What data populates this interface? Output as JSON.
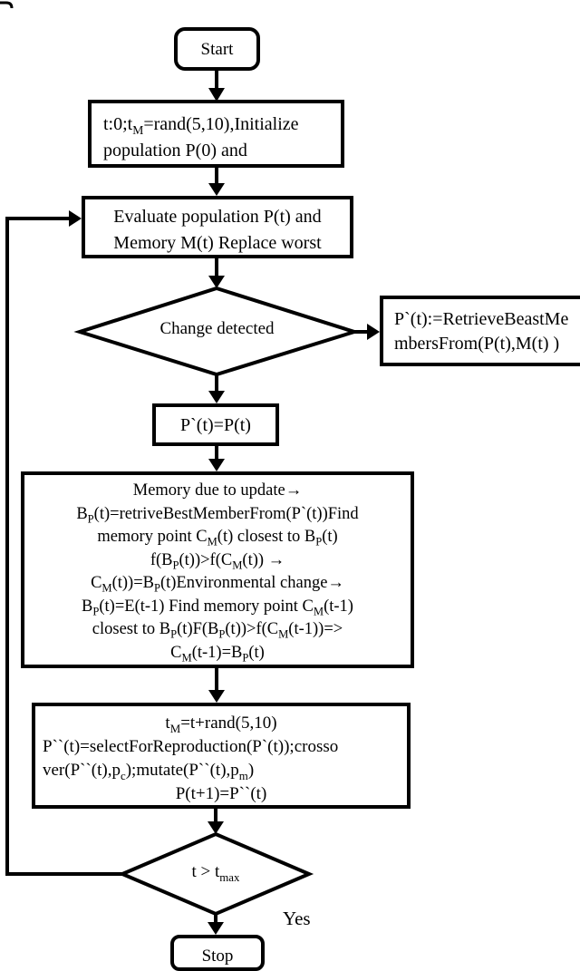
{
  "nodes": {
    "start": {
      "label": "Start"
    },
    "init": {
      "line1": [
        [
          "t",
          "t:0;t"
        ],
        [
          "s",
          "M"
        ],
        [
          "t",
          "=rand(5,10),Initialize"
        ]
      ],
      "line2": [
        [
          "t",
          "population P(0) and"
        ]
      ]
    },
    "evaluate": {
      "line1": [
        [
          "t",
          "Evaluate population P(t) and"
        ]
      ],
      "line2": [
        [
          "t",
          "Memory M(t) Replace worst"
        ]
      ]
    },
    "change_decision": {
      "label": [
        [
          "t",
          "Change detected"
        ]
      ]
    },
    "retrieve": {
      "line1": [
        [
          "t",
          "P`(t):=RetrieveBeastMe"
        ]
      ],
      "line2": [
        [
          "t",
          "mbersFrom(P(t),M(t) )"
        ]
      ]
    },
    "assign": {
      "label": [
        [
          "t",
          "P`(t)=P(t)"
        ]
      ]
    },
    "memory_update": {
      "line1": [
        [
          "t",
          "Memory due to update→"
        ]
      ],
      "line2": [
        [
          "t",
          "B"
        ],
        [
          "s",
          "P"
        ],
        [
          "t",
          "(t)=retriveBestMemberFrom(P`(t))Find"
        ]
      ],
      "line3": [
        [
          "t",
          "memory point C"
        ],
        [
          "s",
          "M"
        ],
        [
          "t",
          "(t) closest to B"
        ],
        [
          "s",
          "P"
        ],
        [
          "t",
          "(t)"
        ]
      ],
      "line4": [
        [
          "t",
          "f(B"
        ],
        [
          "s",
          "P"
        ],
        [
          "t",
          "(t))>f(C"
        ],
        [
          "s",
          "M"
        ],
        [
          "t",
          "(t)) →"
        ]
      ],
      "line5": [
        [
          "t",
          "C"
        ],
        [
          "s",
          "M"
        ],
        [
          "t",
          "(t))=B"
        ],
        [
          "s",
          "P"
        ],
        [
          "t",
          "(t)Environmental change→"
        ]
      ],
      "line6": [
        [
          "t",
          "B"
        ],
        [
          "s",
          "P"
        ],
        [
          "t",
          "(t)=E(t-1) Find memory point C"
        ],
        [
          "s",
          "M"
        ],
        [
          "t",
          "(t-1)"
        ]
      ],
      "line7": [
        [
          "t",
          "closest to B"
        ],
        [
          "s",
          "P"
        ],
        [
          "t",
          "(t)F(B"
        ],
        [
          "s",
          "P"
        ],
        [
          "t",
          "(t))>f(C"
        ],
        [
          "s",
          "M"
        ],
        [
          "t",
          "(t-1))=>"
        ]
      ],
      "line8": [
        [
          "t",
          "C"
        ],
        [
          "s",
          "M"
        ],
        [
          "t",
          "(t-1)=B"
        ],
        [
          "s",
          "P"
        ],
        [
          "t",
          "(t)"
        ]
      ]
    },
    "reproduction": {
      "line1": [
        [
          "t",
          "t"
        ],
        [
          "s",
          "M"
        ],
        [
          "t",
          "=t+rand(5,10)"
        ]
      ],
      "line2": [
        [
          "t",
          "P``(t)=selectForReproduction(P`(t));crosso"
        ]
      ],
      "line3": [
        [
          "t",
          "ver(P``(t),p"
        ],
        [
          "s",
          "c"
        ],
        [
          "t",
          ");mutate(P``(t),p"
        ],
        [
          "s",
          "m"
        ],
        [
          "t",
          ")"
        ]
      ],
      "line4": [
        [
          "t",
          "P(t+1)=P``(t)"
        ]
      ]
    },
    "termination_decision": {
      "label": [
        [
          "t",
          "t > t"
        ],
        [
          "s",
          "max"
        ]
      ]
    },
    "yes_branch": {
      "label": "Yes"
    },
    "stop": {
      "label": "Stop"
    }
  },
  "colors": {
    "stroke": "#000000",
    "background": "#ffffff"
  }
}
